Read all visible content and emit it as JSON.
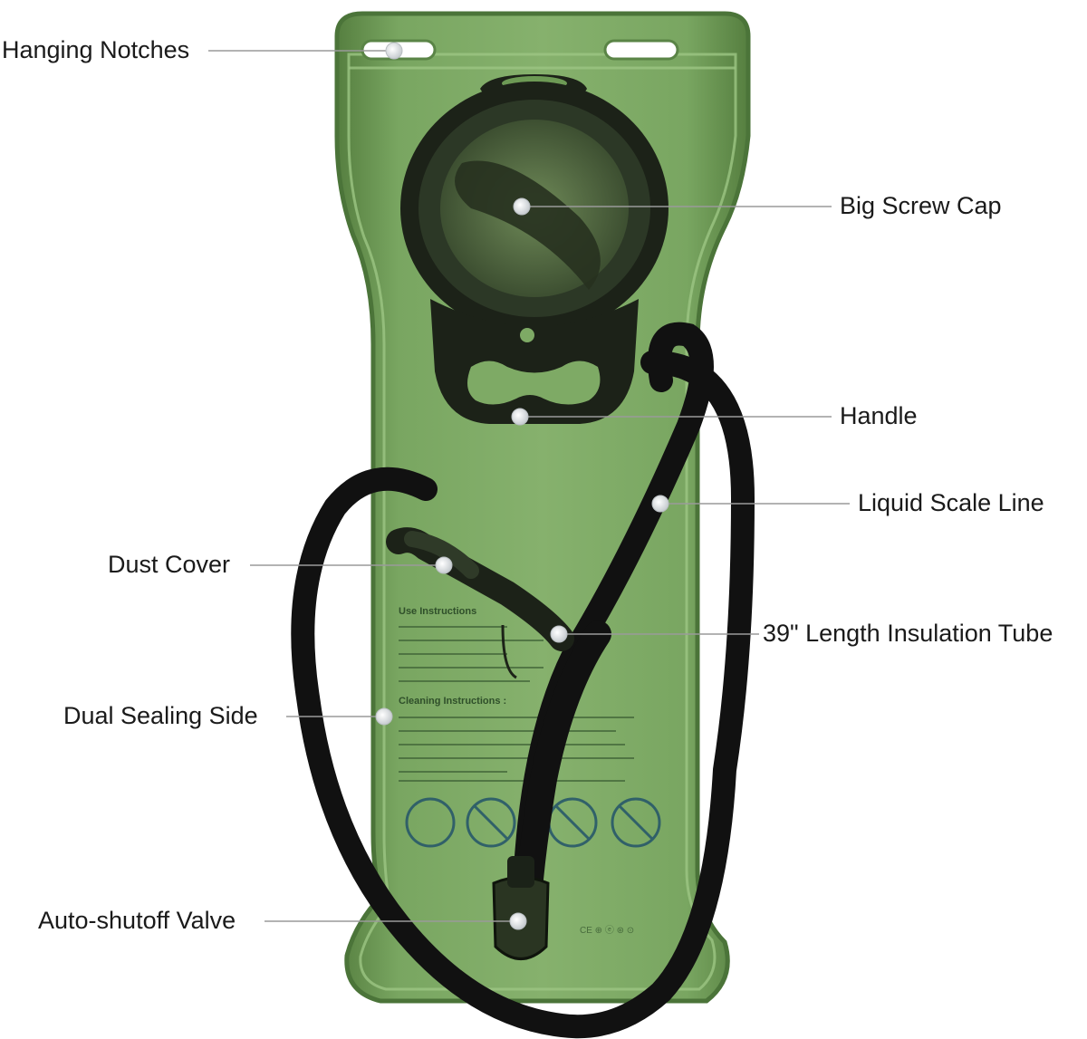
{
  "callouts": {
    "hanging_notches": "Hanging Notches",
    "big_screw_cap": "Big Screw Cap",
    "handle": "Handle",
    "liquid_scale_line": "Liquid Scale Line",
    "dust_cover": "Dust Cover",
    "insulation_tube": "39\" Length Insulation Tube",
    "dual_sealing_side": "Dual Sealing Side",
    "auto_shutoff_valve": "Auto-shutoff Valve"
  },
  "bladder_print": {
    "instructions_heading": "Use Instructions",
    "cleaning_heading": "Cleaning Instructions :"
  },
  "colors": {
    "bladder_green": "#6d9a55",
    "bladder_edge": "#4f7a3c",
    "tube_black": "#111111",
    "cap_dark": "#1c2218",
    "leader_line": "#9a9a9a",
    "callout_dot": "#d9dde0"
  }
}
